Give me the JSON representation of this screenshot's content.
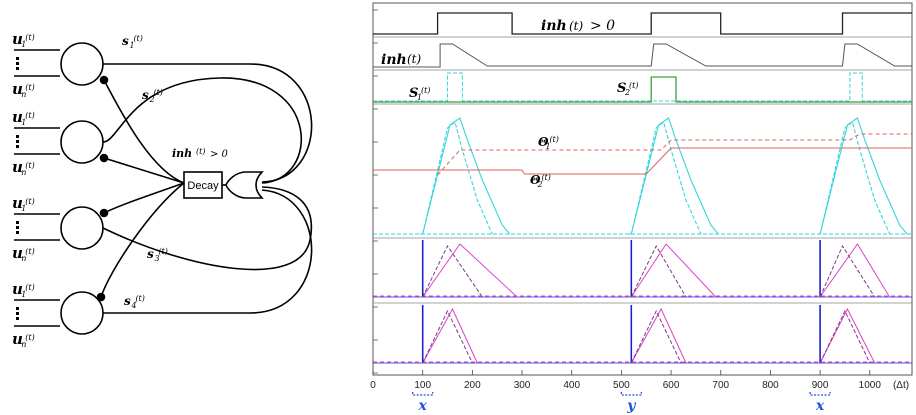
{
  "network": {
    "input_top": "u",
    "input_top_sub": "1",
    "input_bottom": "u",
    "input_bottom_sub": "n",
    "time_arg": "(t)",
    "signals": [
      {
        "name": "s",
        "sub": "1"
      },
      {
        "name": "s",
        "sub": "2"
      },
      {
        "name": "s",
        "sub": "3"
      },
      {
        "name": "s",
        "sub": "4"
      }
    ],
    "inh_label": "inh",
    "inh_suffix": "> 0",
    "decay_label": "Decay"
  },
  "timing": {
    "inh_gt0_label": "inh",
    "inh_gt0_suffix": "> 0",
    "inh_label": "inh",
    "s1_label": "S",
    "s1_sub": "1",
    "s2_label": "S",
    "s2_sub": "2",
    "theta1_label": "Θ",
    "theta1_sub": "1",
    "theta2_label": "Θ",
    "theta2_sub": "2",
    "time_arg": "(t)",
    "x_unit": "(Δt)",
    "x_ticks": [
      "0",
      "100",
      "200",
      "300",
      "400",
      "500",
      "600",
      "700",
      "800",
      "900",
      "1000"
    ],
    "markers": [
      {
        "label": "x",
        "at": 100
      },
      {
        "label": "y",
        "at": 520
      },
      {
        "label": "x",
        "at": 900
      }
    ],
    "colors": {
      "green": "#3aa03a",
      "cyan": "#33d6dc",
      "red": "#e0605a",
      "magenta": "#e040c8",
      "blue": "#2020d0",
      "purple": "#7a3a8a",
      "marker": "#2050e0"
    }
  }
}
